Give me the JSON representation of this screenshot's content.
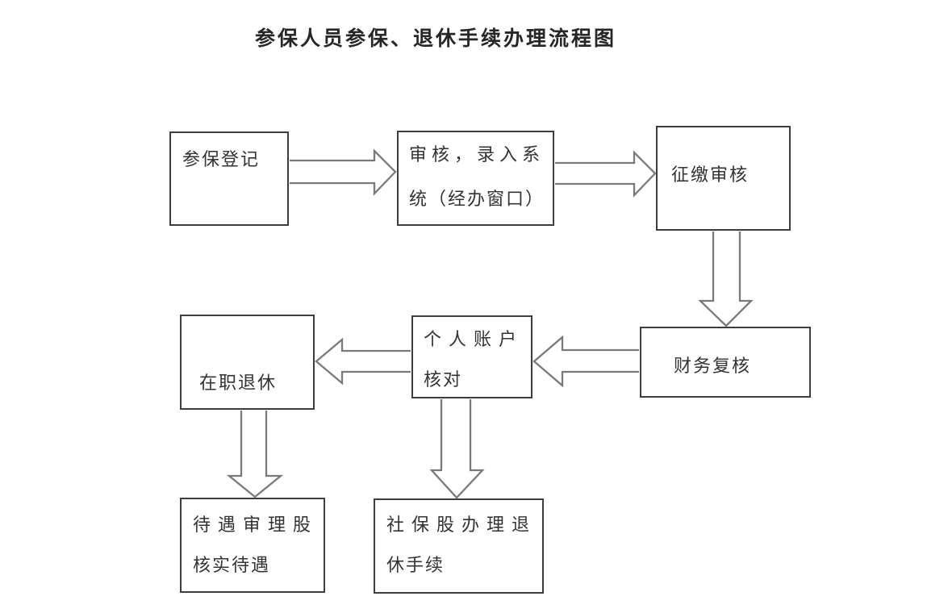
{
  "title": "参保人员参保、退休手续办理流程图",
  "colors": {
    "background": "#ffffff",
    "box_border": "#3d3d3d",
    "arrow_outline": "#7a7a7a",
    "text": "#333333"
  },
  "nodes": {
    "register": {
      "line1": "参保登记"
    },
    "review": {
      "line1": "审核，录入系",
      "line2": "统（经办窗口）"
    },
    "collect": {
      "line1": "征缴审核"
    },
    "finance": {
      "line1": "财务复核"
    },
    "account": {
      "line1": "个人账户",
      "line2": "核对"
    },
    "retire": {
      "line1": "在职退休"
    },
    "benefit": {
      "line1": "待遇审理股",
      "line2": "核实待遇"
    },
    "social": {
      "line1": "社保股办理退",
      "line2": "休手续"
    }
  },
  "edges": [
    {
      "from": "参保登记",
      "to": "审核，录入系统（经办窗口）",
      "direction": "right"
    },
    {
      "from": "审核，录入系统（经办窗口）",
      "to": "征缴审核",
      "direction": "right"
    },
    {
      "from": "征缴审核",
      "to": "财务复核",
      "direction": "down"
    },
    {
      "from": "财务复核",
      "to": "个人账户核对",
      "direction": "left"
    },
    {
      "from": "个人账户核对",
      "to": "在职退休",
      "direction": "left"
    },
    {
      "from": "在职退休",
      "to": "待遇审理股核实待遇",
      "direction": "down"
    },
    {
      "from": "个人账户核对",
      "to": "社保股办理退休手续",
      "direction": "down"
    }
  ]
}
